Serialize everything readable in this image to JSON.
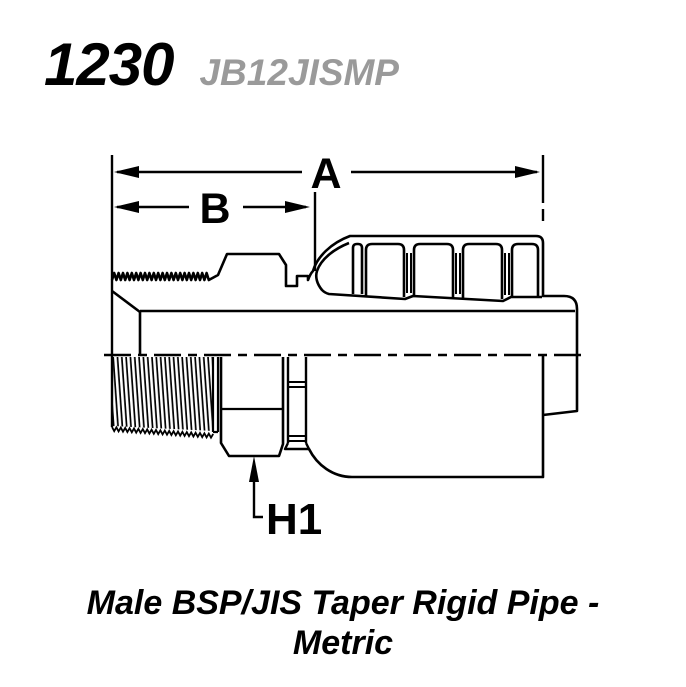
{
  "header": {
    "model": "1230",
    "code": "JB12JISMP"
  },
  "dimensions": {
    "a": "A",
    "b": "B",
    "h1": "H1"
  },
  "caption": {
    "line1": "Male BSP/JIS Taper Rigid Pipe -",
    "line2": "Metric"
  },
  "colors": {
    "ink": "#000000",
    "code_gray": "#9a9a9a",
    "background": "#ffffff"
  }
}
